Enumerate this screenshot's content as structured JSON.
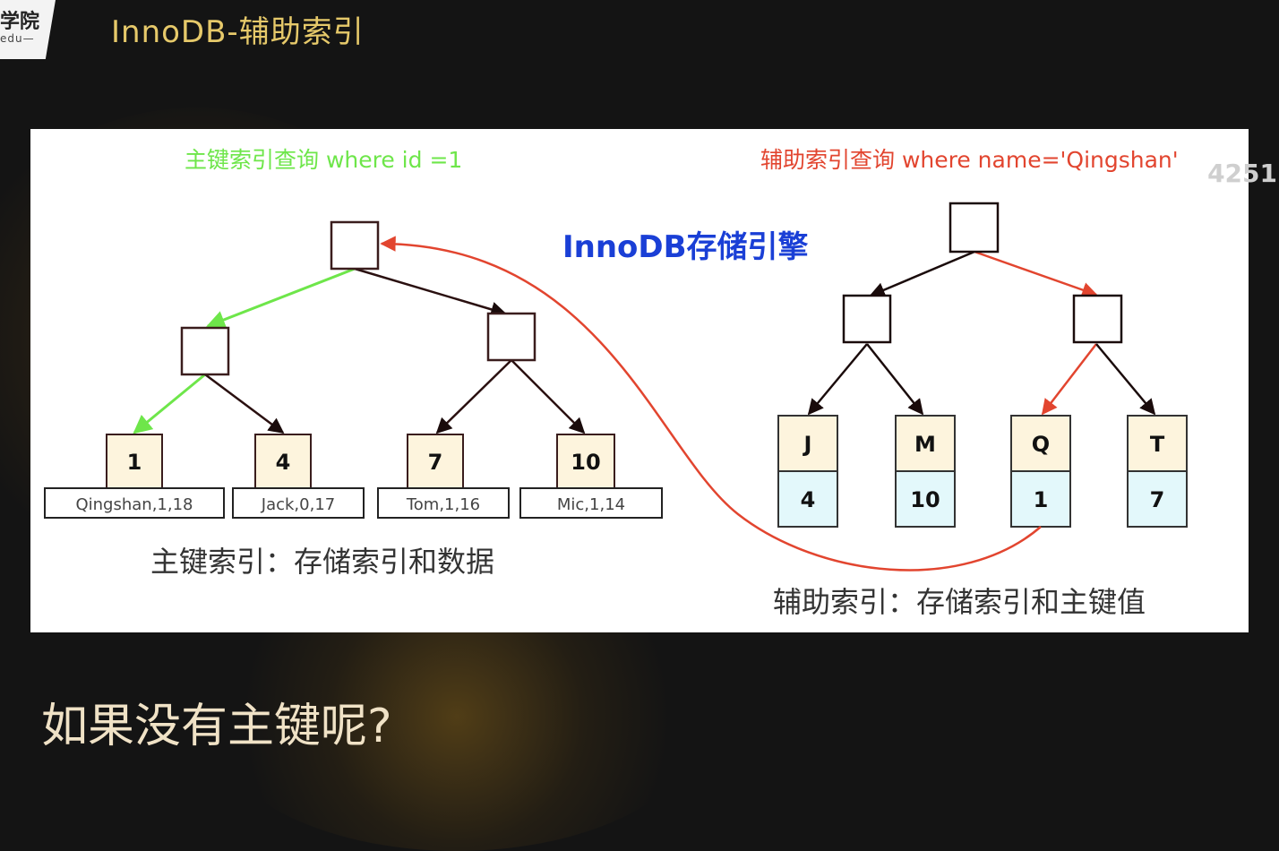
{
  "header": {
    "logo_main": "学院",
    "logo_sub": "edu—",
    "title": "InnoDB-辅助索引"
  },
  "overlay_number": "4251",
  "diagram": {
    "center_title": "InnoDB存储引擎",
    "primary_query": "主键索引查询 where id =1",
    "secondary_query": "辅助索引查询 where name='Qingshan'",
    "primary_caption": "主键索引：存储索引和数据",
    "secondary_caption": "辅助索引：存储索引和主键值",
    "primary_leaves": [
      {
        "key": "1",
        "data": "Qingshan,1,18"
      },
      {
        "key": "4",
        "data": "Jack,0,17"
      },
      {
        "key": "7",
        "data": "Tom,1,16"
      },
      {
        "key": "10",
        "data": "Mic,1,14"
      }
    ],
    "secondary_leaves": [
      {
        "key": "J",
        "pk": "4"
      },
      {
        "key": "M",
        "pk": "10"
      },
      {
        "key": "Q",
        "pk": "1"
      },
      {
        "key": "T",
        "pk": "7"
      }
    ],
    "colors": {
      "green_path": "#6ee64a",
      "red_path": "#e2452f",
      "title_blue": "#1a3fd6",
      "leaf_key_fill": "#fdf4dd",
      "leaf_pk_fill": "#e3f8fb",
      "node_border": "#3a1d1d"
    }
  },
  "footer": {
    "question": "如果没有主键呢?"
  }
}
